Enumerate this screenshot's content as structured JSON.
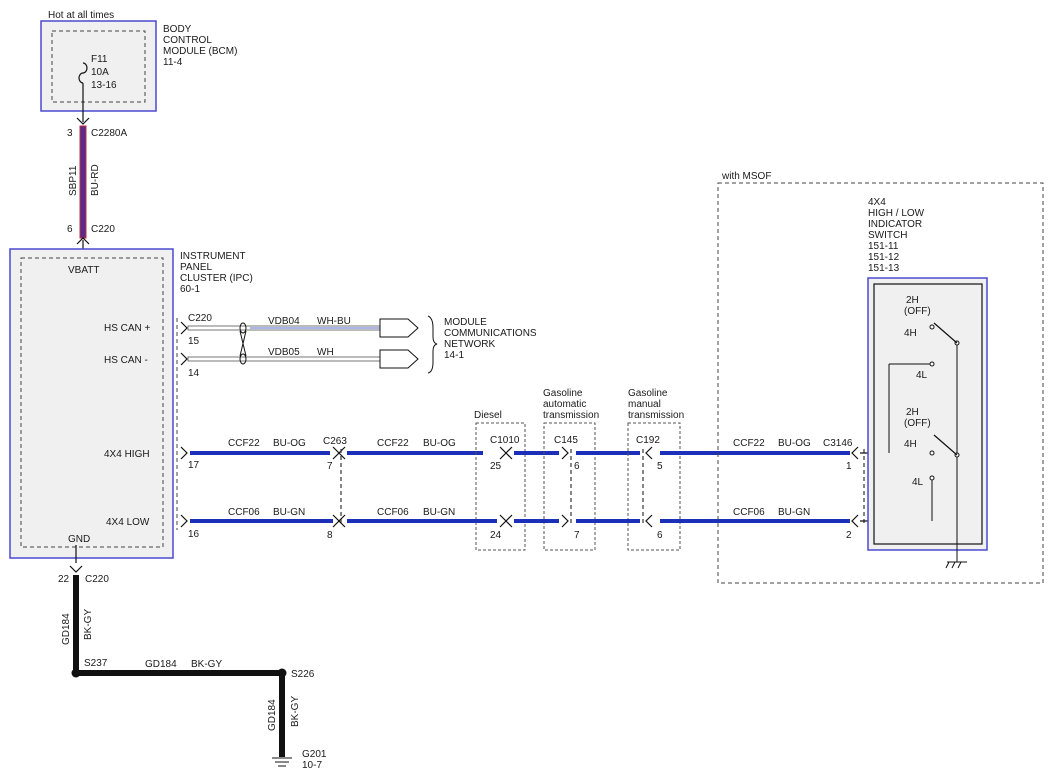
{
  "power": {
    "hot_label": "Hot at all times",
    "bcm_title": [
      "BODY",
      "CONTROL",
      "MODULE (BCM)",
      "11-4"
    ],
    "fuse": [
      "F11",
      "10A",
      "13-16"
    ],
    "pin_top": "3",
    "conn_top": "C2280A",
    "circuit": "SBP11",
    "color": "BU-RD",
    "pin_bottom": "6",
    "conn_bottom": "C220"
  },
  "ipc": {
    "title": [
      "INSTRUMENT",
      "PANEL",
      "CLUSTER (IPC)",
      "60-1"
    ],
    "vbatt": "VBATT",
    "gnd": "GND",
    "hs_can_plus": "HS CAN +",
    "hs_can_minus": "HS CAN -",
    "high": "4X4 HIGH",
    "low": "4X4 LOW",
    "conn": "C220",
    "pin15": "15",
    "pin14": "14",
    "pin17": "17",
    "pin16": "16"
  },
  "can": {
    "vdb04": "VDB04",
    "vdb04_color": "WH-BU",
    "vdb05": "VDB05",
    "vdb05_color": "WH",
    "network": [
      "MODULE",
      "COMMUNICATIONS",
      "NETWORK",
      "14-1"
    ]
  },
  "signal": {
    "ccf22": "CCF22",
    "ccf22_color": "BU-OG",
    "ccf06": "CCF06",
    "ccf06_color": "BU-GN",
    "c263": "C263",
    "pin7": "7",
    "pin8": "8",
    "diesel": "Diesel",
    "c1010": "C1010",
    "pin25": "25",
    "pin24": "24",
    "gas_auto": [
      "Gasoline",
      "automatic",
      "transmission"
    ],
    "c145": "C145",
    "pin6a": "6",
    "pin7a": "7",
    "gas_manual": [
      "Gasoline",
      "manual",
      "transmission"
    ],
    "c192": "C192",
    "pin5": "5",
    "pin6b": "6",
    "c3146": "C3146",
    "pin1": "1",
    "pin2": "2"
  },
  "switch": {
    "msof": "with MSOF",
    "title": [
      "4X4",
      "HIGH / LOW",
      "INDICATOR",
      "SWITCH",
      "151-11",
      "151-12",
      "151-13"
    ],
    "h2a": "2H",
    "offa": "(OFF)",
    "h4a": "4H",
    "l4a": "4L",
    "h2b": "2H",
    "offb": "(OFF)",
    "h4b": "4H",
    "l4b": "4L"
  },
  "ground": {
    "pin22": "22",
    "conn": "C220",
    "circuit": "GD184",
    "color": "BK-GY",
    "s237": "S237",
    "s226": "S226",
    "g201": "G201",
    "g201_ref": "10-7"
  },
  "colors": {
    "module_border": "#4a4ad0",
    "module_fill": "#f0f0f0",
    "blue_wire": "#1c2fb8",
    "bu_rd_wire": "#5a2a8a",
    "black_wire": "#111111",
    "dash": "#444444"
  }
}
